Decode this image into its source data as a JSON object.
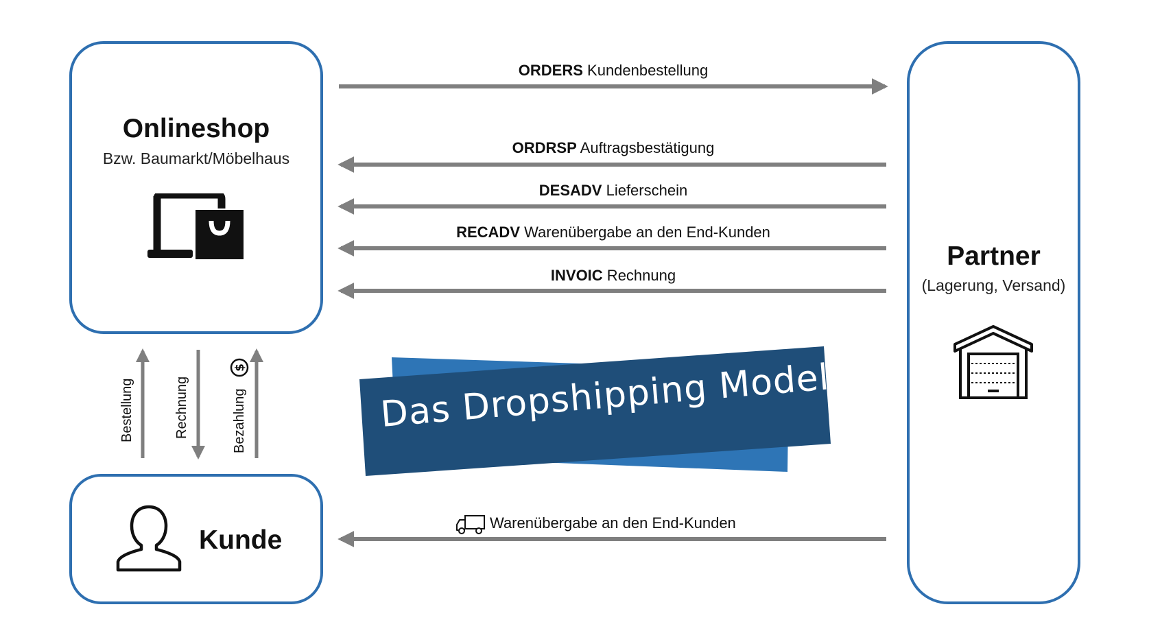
{
  "onlineshop": {
    "title": "Onlineshop",
    "subtitle": "Bzw. Baumarkt/Möbelhaus"
  },
  "kunde": {
    "title": "Kunde"
  },
  "partner": {
    "title": "Partner",
    "subtitle": "(Lagerung, Versand)"
  },
  "messages": [
    {
      "code": "ORDERS",
      "text": " Kundenbestellung",
      "direction": "to-partner"
    },
    {
      "code": "ORDRSP",
      "text": " Auftragsbestätigung",
      "direction": "to-shop"
    },
    {
      "code": "DESADV",
      "text": " Lieferschein",
      "direction": "to-shop"
    },
    {
      "code": "RECADV",
      "text": " Warenübergabe an den End-Kunden",
      "direction": "to-shop"
    },
    {
      "code": "INVOIC",
      "text": " Rechnung",
      "direction": "to-shop"
    }
  ],
  "delivery": {
    "text": "Warenübergabe an den End-Kunden",
    "icon": "truck-icon",
    "direction": "to-kunde"
  },
  "vertical_flows": [
    {
      "label": "Bestellung",
      "direction": "up"
    },
    {
      "label": "Rechnung",
      "direction": "down"
    },
    {
      "label": "Bezahlung",
      "direction": "up",
      "icon": "dollar-icon"
    }
  ],
  "banner": {
    "text": "Das Dropshipping Modell",
    "colors": {
      "front": "#1f4e79",
      "back": "#2e75b6"
    }
  },
  "colors": {
    "box_border": "#2e6fb0",
    "arrow": "#7f7f7f"
  }
}
